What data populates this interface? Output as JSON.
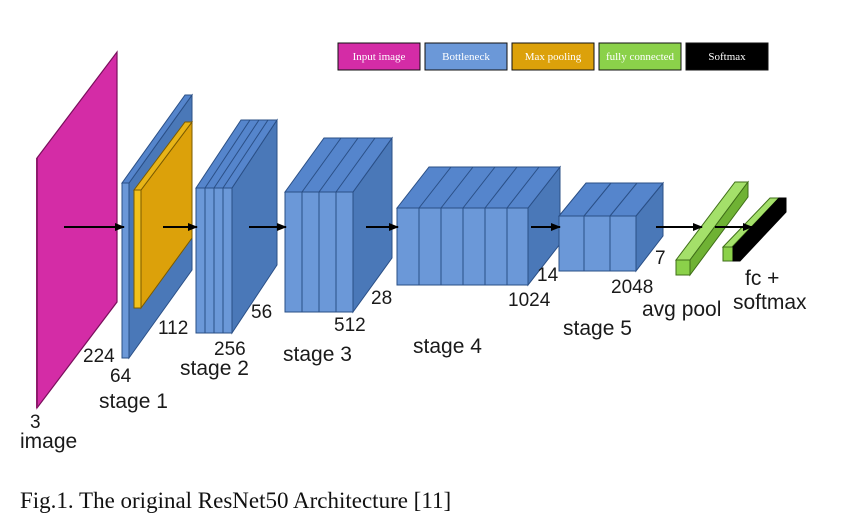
{
  "legend": {
    "items": [
      {
        "label": "Input image",
        "color": "#d42ca6",
        "text_color": "#ffffff"
      },
      {
        "label": "Bottleneck",
        "color": "#6b98d8",
        "text_color": "#ffffff"
      },
      {
        "label": "Max pooling",
        "color": "#dca10a",
        "text_color": "#ffffff"
      },
      {
        "label": "fully connected",
        "color": "#8bd14a",
        "text_color": "#ffffff"
      },
      {
        "label": "Softmax",
        "color": "#000000",
        "text_color": "#ffffff"
      }
    ]
  },
  "labels": {
    "input_channels": "3",
    "input_name": "image",
    "input_size": "224",
    "stage1_channels": "64",
    "stage1_size": "112",
    "stage1_name": "stage 1",
    "stage2_channels": "256",
    "stage2_size": "56",
    "stage2_name": "stage 2",
    "stage3_channels": "512",
    "stage3_size": "28",
    "stage3_name": "stage 3",
    "stage4_channels": "1024",
    "stage4_size": "14",
    "stage4_name": "stage 4",
    "stage5_channels": "2048",
    "stage5_size": "7",
    "stage5_name": "stage 5",
    "avg_pool": "avg pool",
    "fc_line1": "fc +",
    "fc_line2": "softmax"
  },
  "colors": {
    "input": "#d42ca6",
    "input_dark": "#a81f83",
    "bottleneck_front": "#6b98d8",
    "bottleneck_top": "#5585cc",
    "bottleneck_side": "#4a78b8",
    "bottleneck_edge": "#2a4f86",
    "maxpool": "#dca10a",
    "maxpool_edge": "#7a5a00",
    "fc": "#8bd14a",
    "fc_dark": "#5f9a2a",
    "softmax": "#000000",
    "arrow": "#000000"
  },
  "caption": "Fig.1. The original ResNet50 Architecture [11]"
}
